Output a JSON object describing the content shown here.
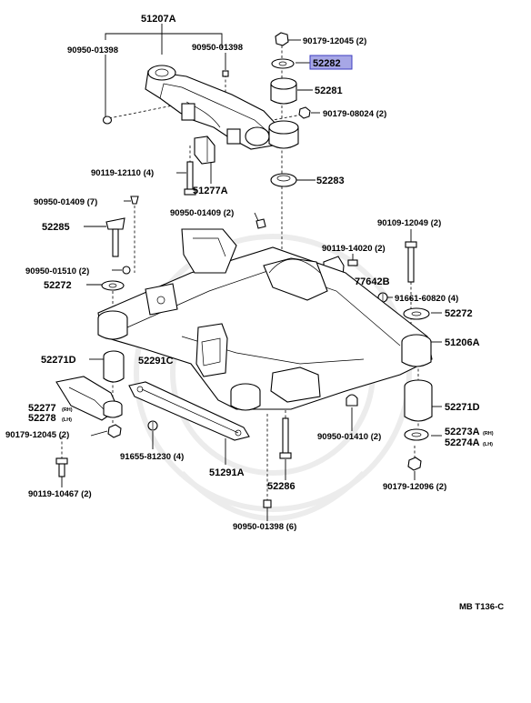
{
  "labels": {
    "l51207A": "51207A",
    "l90950_01398_a": "90950-01398",
    "l90950_01398_b": "90950-01398",
    "l90179_12045_top": "90179-12045 (2)",
    "l52282": "52282",
    "l52281": "52281",
    "l90179_08024": "90179-08024 (2)",
    "l90119_12110": "90119-12110 (4)",
    "l51277A": "51277A",
    "l52283": "52283",
    "l90950_01409_7": "90950-01409 (7)",
    "l90950_01409_2": "90950-01409 (2)",
    "l52285": "52285",
    "l90109_12049": "90109-12049 (2)",
    "l90119_14020": "90119-14020 (2)",
    "l90950_01510": "90950-01510 (2)",
    "l77642B": "77642B",
    "l52272_left": "52272",
    "l91661_60820": "91661-60820 (4)",
    "l52272_right": "52272",
    "l51206A": "51206A",
    "l52271D_left": "52271D",
    "l52291C": "52291C",
    "l52271D_right": "52271D",
    "l52277": "52277",
    "l52277_sub": "(RH)",
    "l52278": "52278",
    "l52278_sub": "(LH)",
    "l90179_12045_low": "90179-12045 (2)",
    "l90950_01410": "90950-01410 (2)",
    "l52273A": "52273A",
    "l52273A_sub": "(RH)",
    "l52274A": "52274A",
    "l52274A_sub": "(LH)",
    "l91655_81230": "91655-81230 (4)",
    "l51291A": "51291A",
    "l52286": "52286",
    "l90179_12096": "90179-12096 (2)",
    "l90119_10467": "90119-10467 (2)",
    "l90950_01398_6": "90950-01398 (6)",
    "ref_code": "MB T136-C"
  },
  "highlight_color": "#a7a7e6"
}
